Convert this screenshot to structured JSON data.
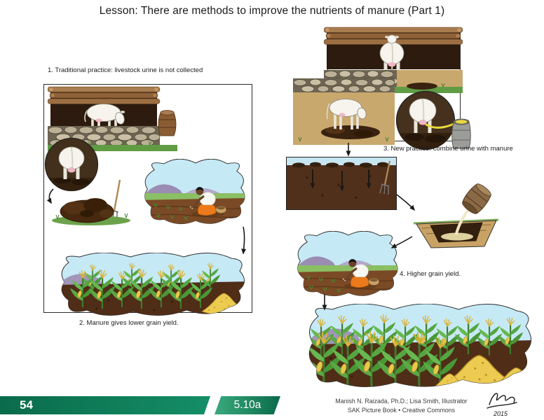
{
  "page": {
    "title": "Lesson: There are methods to improve the nutrients of manure (Part 1)"
  },
  "captions": {
    "step1": "1. Traditional practice: livestock urine is not collected",
    "step2": "2. Manure gives lower grain yield.",
    "step3": "3. New practice: combine urine with manure",
    "step4": "4. Higher grain yield."
  },
  "footer": {
    "page_number": "54",
    "figure_code": "5.10a",
    "credit_line1": "Manish N. Raizada, Ph.D.; Lisa Smith, Illustrator",
    "credit_line2": "SAK Picture Book • Creative Commons",
    "signature_year": "2015"
  },
  "colors": {
    "footer_green_dark": "#0a6b4b",
    "footer_green_light": "#3aa97c",
    "sky_blue": "#c6e9f6",
    "soil_brown": "#4f2d17",
    "corn_green": "#55a641",
    "grain_yellow": "#eccb50",
    "urine_yellow": "#ead93e"
  }
}
